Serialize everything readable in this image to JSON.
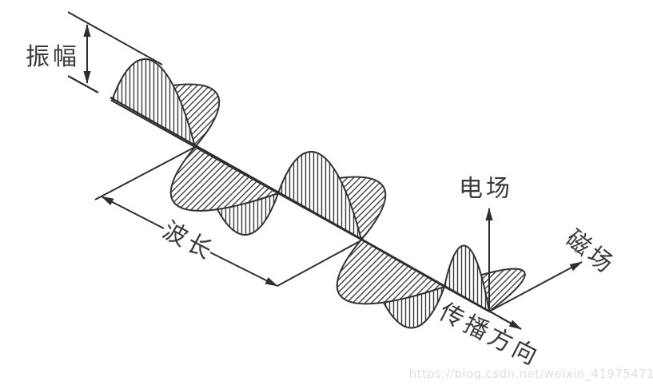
{
  "labels": {
    "amplitude": "振幅",
    "wavelength": "波长",
    "electric_field": "电场",
    "magnetic_field": "磁场",
    "propagation_direction": "传播方向"
  },
  "watermark": "https://blog.csdn.net/weixin_41975471",
  "colors": {
    "line": "#2e2e2e",
    "text": "#3a3a3a",
    "hatch": "#3f3f3f",
    "watermark": "#dfdfe6",
    "background": "#ffffff"
  }
}
